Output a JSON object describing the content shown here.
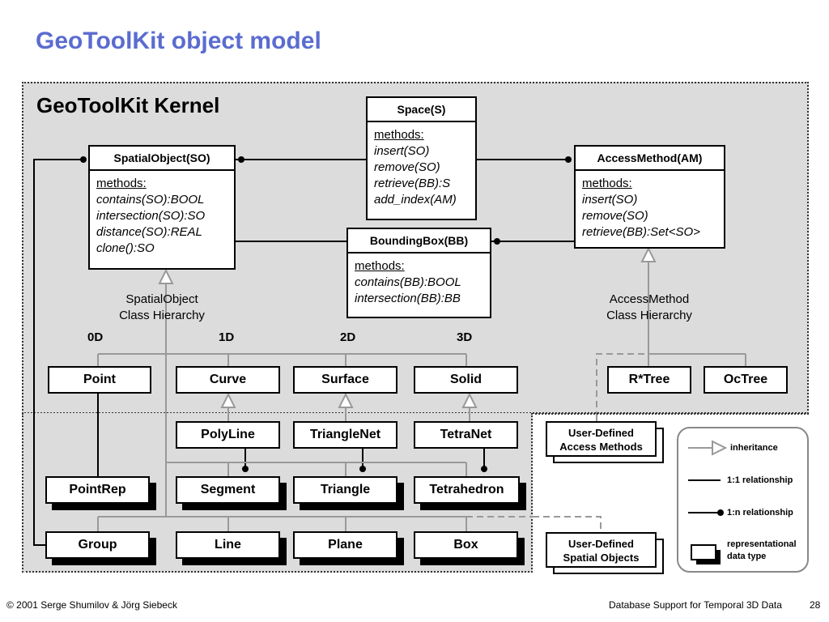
{
  "title": "GeoToolKit object model",
  "kernel_label": "GeoToolKit Kernel",
  "classes": {
    "space": {
      "name": "Space(S)",
      "methods_heading": "methods:",
      "methods": [
        "insert(SO)",
        "remove(SO)",
        "retrieve(BB):S",
        "add_index(AM)"
      ]
    },
    "spatial_object": {
      "name": "SpatialObject(SO)",
      "methods_heading": "methods:",
      "methods": [
        "contains(SO):BOOL",
        "intersection(SO):SO",
        "distance(SO):REAL",
        "clone():SO"
      ]
    },
    "access_method": {
      "name": "AccessMethod(AM)",
      "methods_heading": "methods:",
      "methods": [
        "insert(SO)",
        "remove(SO)",
        "retrieve(BB):Set<SO>"
      ]
    },
    "bounding_box": {
      "name": "BoundingBox(BB)",
      "methods_heading": "methods:",
      "methods": [
        "contains(BB):BOOL",
        "intersection(BB):BB"
      ]
    }
  },
  "hierarchy_labels": {
    "spatial": [
      "SpatialObject",
      "Class Hierarchy"
    ],
    "access": [
      "AccessMethod",
      "Class Hierarchy"
    ]
  },
  "dimensions": [
    "0D",
    "1D",
    "2D",
    "3D"
  ],
  "types": {
    "point": "Point",
    "curve": "Curve",
    "surface": "Surface",
    "solid": "Solid",
    "rtree": "R*Tree",
    "octree": "OcTree",
    "polyline": "PolyLine",
    "trianglenet": "TriangleNet",
    "tetranet": "TetraNet",
    "pointrep": "PointRep",
    "segment": "Segment",
    "triangle": "Triangle",
    "tetrahedron": "Tetrahedron",
    "group": "Group",
    "line": "Line",
    "plane": "Plane",
    "box": "Box"
  },
  "user_defined": {
    "access_methods": [
      "User-Defined",
      "Access Methods"
    ],
    "spatial_objects": [
      "User-Defined",
      "Spatial Objects"
    ]
  },
  "legend": {
    "inheritance": "inheritance",
    "one_to_one": "1:1 relationship",
    "one_to_n": "1:n relationship",
    "representational": [
      "representational",
      "data type"
    ]
  },
  "footer": {
    "copyright": "© 2001 Serge Shumilov & Jörg Siebeck",
    "course": "Database Support for Temporal 3D Data",
    "page": "28"
  },
  "colors": {
    "title": "#5b6ccf",
    "background_area": "#dcdcdc",
    "inheritance_line": "#999999"
  }
}
